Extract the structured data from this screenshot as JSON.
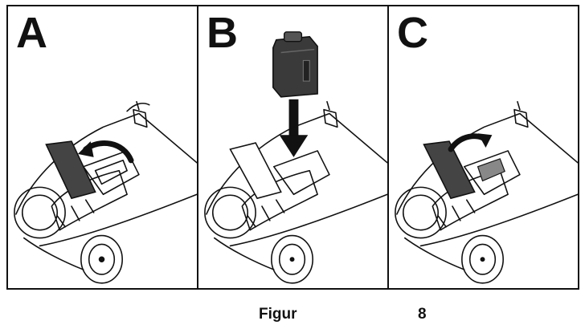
{
  "panels": [
    {
      "letter": "A",
      "step": "lift-flap",
      "arrow": "curved-left",
      "icon": "curved-arrow-icon"
    },
    {
      "letter": "B",
      "step": "insert-battery",
      "arrow": "down",
      "icon": "battery-icon"
    },
    {
      "letter": "C",
      "step": "close-flap",
      "arrow": "curved-right",
      "icon": "curved-arrow-icon"
    }
  ],
  "caption": {
    "word": "Figur",
    "number": "8"
  }
}
